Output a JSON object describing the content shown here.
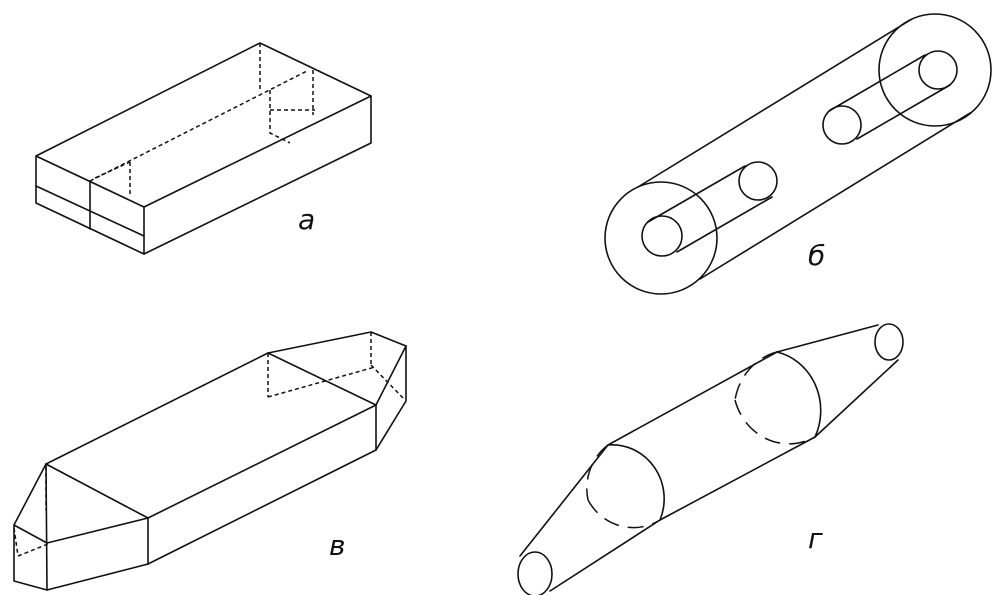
{
  "figures": [
    {
      "id": "a",
      "label": "а",
      "shape": "rectangular-duct-two-channels"
    },
    {
      "id": "b",
      "label": "б",
      "shape": "cylinder-with-two-inner-tubes"
    },
    {
      "id": "v",
      "label": "в",
      "shape": "hexagonal-prism-with-pyramidal-ends"
    },
    {
      "id": "g",
      "label": "г",
      "shape": "double-cone-with-spheres"
    }
  ]
}
